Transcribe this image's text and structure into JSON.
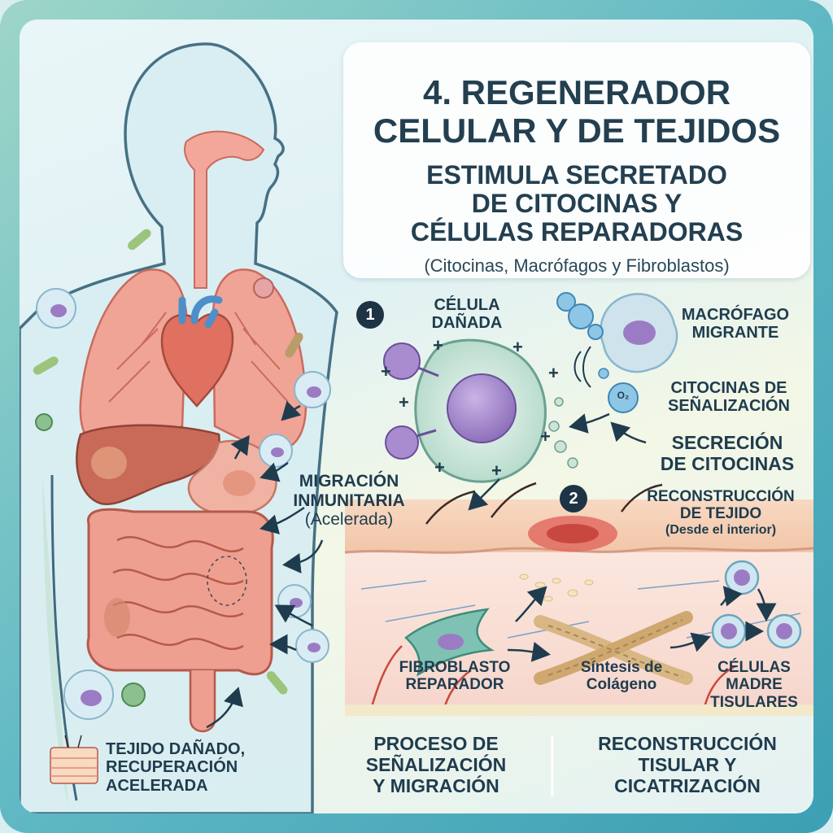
{
  "header": {
    "title_line1": "4. REGENERADOR",
    "title_line2": "CELULAR Y DE TEJIDOS",
    "subtitle_line1": "ESTIMULA SECRETADO",
    "subtitle_line2": "DE CITOCINAS Y",
    "subtitle_line3": "CÉLULAS REPARADORAS",
    "subtitle_paren": "(Citocinas, Macrófagos y Fibroblastos)"
  },
  "steps": {
    "step1_number": "1",
    "step2_number": "2"
  },
  "labels": {
    "damaged_cell_l1": "CÉLULA",
    "damaged_cell_l2": "DAÑADA",
    "macrophage_l1": "MACRÓFAGO",
    "macrophage_l2": "MIGRANTE",
    "cytokines_l1": "CITOCINAS DE",
    "cytokines_l2": "SEÑALIZACIÓN",
    "secretion_l1": "SECRECIÓN",
    "secretion_l2": "DE CITOCINAS",
    "migration_l1": "MIGRACIÓN",
    "migration_l2": "INMUNITARIA",
    "migration_l3": "(Acelerada)",
    "reconstruction_l1": "RECONSTRUCCIÓN",
    "reconstruction_l2": "DE TEJIDO",
    "reconstruction_l3": "(Desde el interior)",
    "fibroblast_l1": "FIBROBLASTO",
    "fibroblast_l2": "REPARADOR",
    "collagen_l1": "Síntesis de",
    "collagen_l2": "Colágeno",
    "stemcells_l1": "CÉLULAS",
    "stemcells_l2": "MADRE",
    "stemcells_l3": "TISULARES",
    "o2_symbol": "O₂",
    "plus": "+"
  },
  "footer": {
    "damaged_l1": "TEJIDO DAÑADO,",
    "damaged_l2": "RECUPERACIÓN",
    "damaged_l3": "ACELERADA",
    "process_l1": "PROCESO DE",
    "process_l2": "SEÑALIZACIÓN",
    "process_l3": "Y MIGRACIÓN",
    "recon_l1": "RECONSTRUCCIÓN",
    "recon_l2": "TISULAR Y",
    "recon_l3": "CICATRIZACIÓN"
  },
  "colors": {
    "text": "#1f3c4e",
    "organ": "#e8958a",
    "cell_purple": "#9b7cc4",
    "skin": "#f4c6a8"
  }
}
